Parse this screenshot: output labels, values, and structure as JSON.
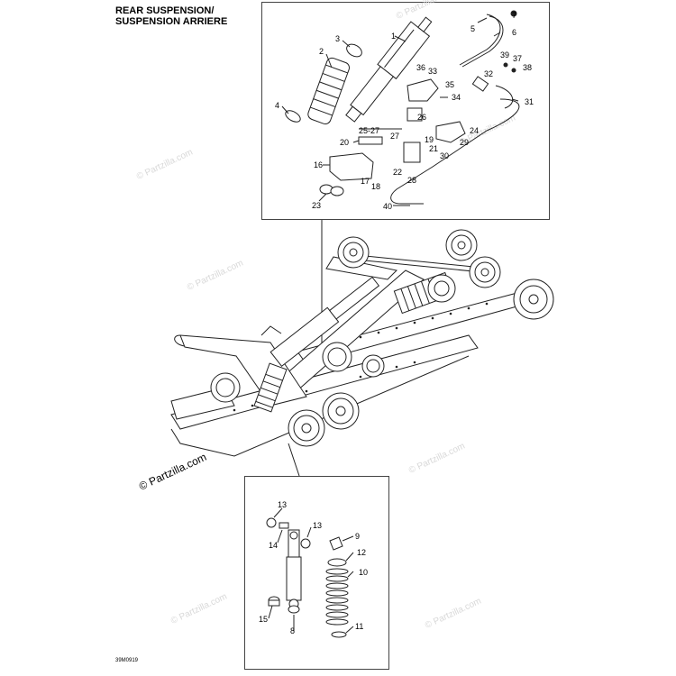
{
  "title": {
    "line1": "REAR SUSPENSION/",
    "line2": "SUSPENSION ARRIERE"
  },
  "watermarks": [
    "© Partzilla.com",
    "© Partzilla.com",
    "© Partzilla.com",
    "© Partzilla.com",
    "© Partzilla.com",
    "© Partzilla.com",
    "© Partzilla.com"
  ],
  "watermark_main": "© Partzilla.com",
  "document_id": "39M0919",
  "top_callouts": [
    "1",
    "2",
    "3",
    "4",
    "5",
    "6",
    "7",
    "16",
    "17",
    "18",
    "19",
    "20",
    "21",
    "22",
    "23",
    "24",
    "25-27",
    "26",
    "27",
    "28",
    "29",
    "30",
    "31",
    "32",
    "33",
    "34",
    "35",
    "36",
    "37",
    "38",
    "39",
    "40"
  ],
  "bottom_callouts": [
    "8",
    "9",
    "10",
    "11",
    "12",
    "13",
    "13",
    "14",
    "15"
  ],
  "colors": {
    "line": "#222222",
    "frame": "#444444",
    "watermark": "#d8d8d8"
  }
}
